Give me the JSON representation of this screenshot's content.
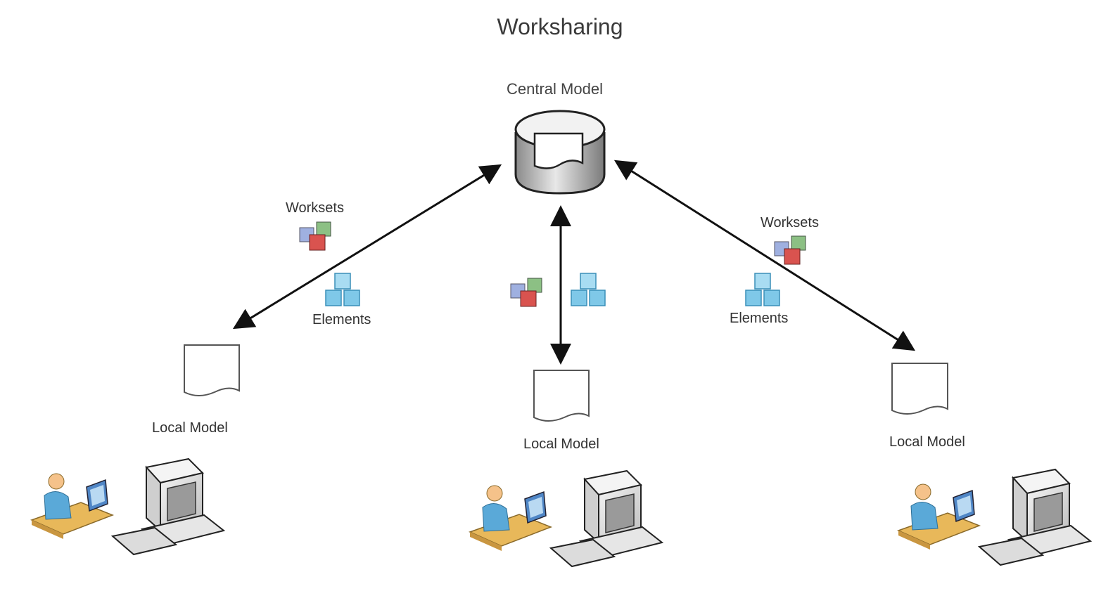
{
  "diagram": {
    "title": "Worksharing",
    "central_label": "Central Model",
    "worksets_left_label": "Worksets",
    "worksets_right_label": "Worksets",
    "elements_left_label": "Elements",
    "elements_right_label": "Elements",
    "local_labels": [
      "Local Model",
      "Local Model",
      "Local Model"
    ],
    "icons": {
      "central": "database-icon",
      "local": "document-icon",
      "worksets": "colored-cubes-icon",
      "elements": "blue-cubes-icon",
      "user": "user-at-desk-icon",
      "computer": "desktop-computer-icon"
    },
    "colors": {
      "arrow": "#111111",
      "cube_blue": "#7fc8e8",
      "cube_red": "#d9534f",
      "cube_green": "#8cc084",
      "cube_lilac": "#9fb0e0",
      "desk": "#e8b85a"
    }
  }
}
